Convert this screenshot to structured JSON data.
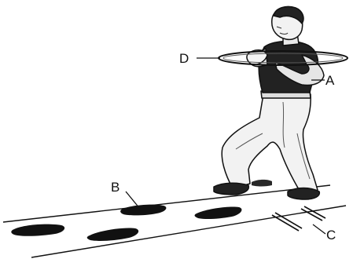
{
  "figure": {
    "labels": {
      "a": "A",
      "b": "B",
      "c": "C",
      "d": "D"
    },
    "colors": {
      "ink": "#111111",
      "paper": "#ffffff",
      "shade": "#777777"
    }
  }
}
